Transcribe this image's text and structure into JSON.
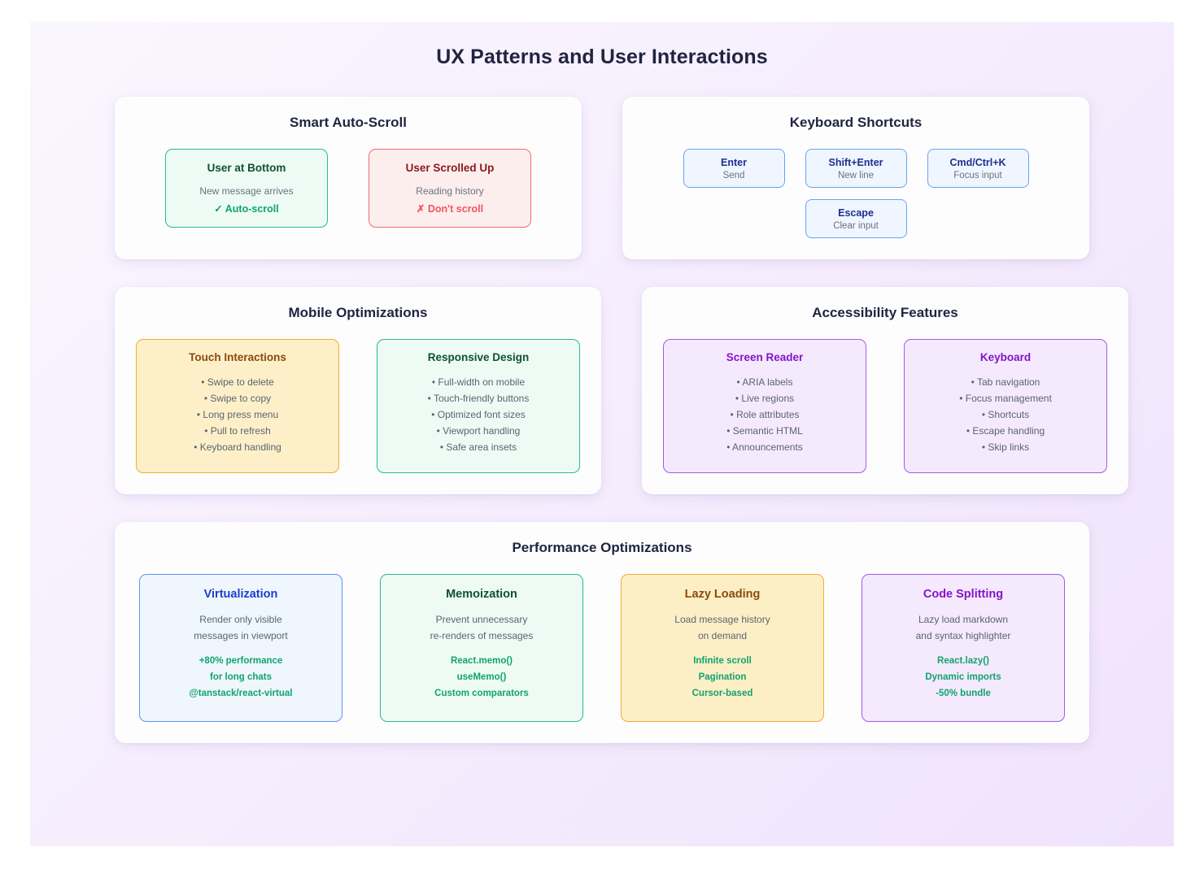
{
  "page": {
    "title": "UX Patterns and User Interactions",
    "background_gradient_from": "#faf6fe",
    "background_gradient_to": "#f0e2fc"
  },
  "panels": {
    "auto_scroll": {
      "title": "Smart Auto-Scroll",
      "states": [
        {
          "name": "User at Bottom",
          "context": "New message arrives",
          "action": "✓ Auto-scroll",
          "accent": "#26bd8b"
        },
        {
          "name": "User Scrolled Up",
          "context": "Reading history",
          "action": "✗ Don't scroll",
          "accent": "#f0696e"
        }
      ]
    },
    "keyboard_shortcuts": {
      "title": "Keyboard Shortcuts",
      "accent": "#6aa3f0",
      "rows": [
        [
          {
            "key": "Enter",
            "desc": "Send"
          },
          {
            "key": "Shift+Enter",
            "desc": "New line"
          },
          {
            "key": "Cmd/Ctrl+K",
            "desc": "Focus input"
          }
        ],
        [
          {
            "key": "Escape",
            "desc": "Clear input"
          }
        ]
      ]
    },
    "mobile": {
      "title": "Mobile Optimizations",
      "cards": [
        {
          "name": "Touch Interactions",
          "accent": "#efad2c",
          "items": [
            "• Swipe to delete",
            "• Swipe to copy",
            "• Long press menu",
            "• Pull to refresh",
            "• Keyboard handling"
          ]
        },
        {
          "name": "Responsive Design",
          "accent": "#26bd8b",
          "items": [
            "• Full-width on mobile",
            "• Touch-friendly buttons",
            "• Optimized font sizes",
            "• Viewport handling",
            "• Safe area insets"
          ]
        }
      ]
    },
    "accessibility": {
      "title": "Accessibility Features",
      "cards": [
        {
          "name": "Screen Reader",
          "accent": "#a259e8",
          "items": [
            "• ARIA labels",
            "• Live regions",
            "• Role attributes",
            "• Semantic HTML",
            "• Announcements"
          ]
        },
        {
          "name": "Keyboard",
          "accent": "#a259e8",
          "items": [
            "• Tab navigation",
            "• Focus management",
            "• Shortcuts",
            "• Escape handling",
            "• Skip links"
          ]
        }
      ]
    },
    "performance": {
      "title": "Performance Optimizations",
      "cards": [
        {
          "name": "Virtualization",
          "accent": "#5c93ef",
          "desc_lines": [
            "Render only visible",
            "messages in viewport"
          ],
          "metrics": [
            "+80% performance",
            "for long chats",
            "@tanstack/react-virtual"
          ]
        },
        {
          "name": "Memoization",
          "accent": "#26bd8b",
          "desc_lines": [
            "Prevent unnecessary",
            "re-renders of messages"
          ],
          "metrics": [
            "React.memo()",
            "useMemo()",
            "Custom comparators"
          ]
        },
        {
          "name": "Lazy Loading",
          "accent": "#efad2c",
          "desc_lines": [
            "Load message history",
            "on demand"
          ],
          "metrics": [
            "Infinite scroll",
            "Pagination",
            "Cursor-based"
          ]
        },
        {
          "name": "Code Splitting",
          "accent": "#a259e8",
          "desc_lines": [
            "Lazy load markdown",
            "and syntax highlighter"
          ],
          "metrics": [
            "React.lazy()",
            "Dynamic imports",
            "-50% bundle"
          ]
        }
      ]
    }
  }
}
